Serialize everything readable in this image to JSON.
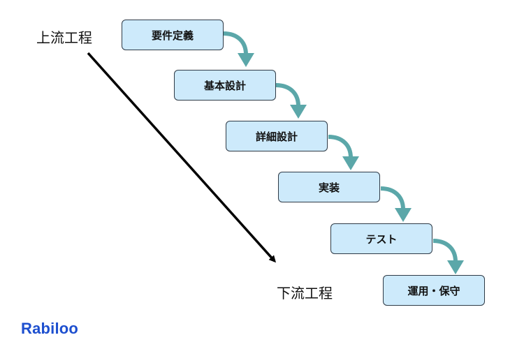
{
  "labels": {
    "upstream": "上流工程",
    "downstream": "下流工程"
  },
  "stages": [
    {
      "label": "要件定義"
    },
    {
      "label": "基本設計"
    },
    {
      "label": "詳細設計"
    },
    {
      "label": "実装"
    },
    {
      "label": "テスト"
    },
    {
      "label": "運用・保守"
    }
  ],
  "brand": {
    "logo_text": "Rabiloo",
    "color": "#1d4fcf"
  },
  "colors": {
    "stage_fill": "#cdeafb",
    "stage_border": "#2e3a46",
    "connector": "#5ba7a9",
    "main_arrow": "#000000"
  }
}
